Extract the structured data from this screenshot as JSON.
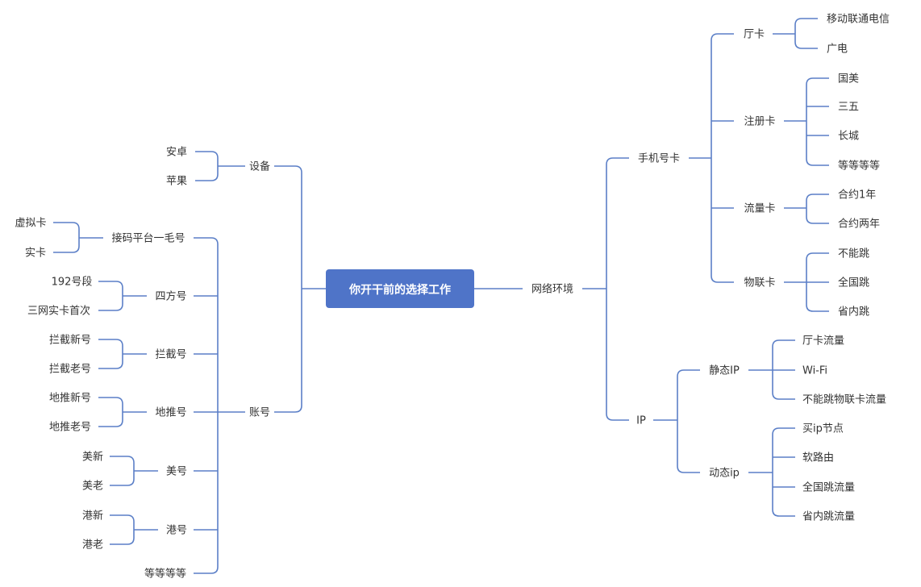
{
  "root": {
    "label": "你开干前的选择工作",
    "color": "#4f74c8"
  },
  "left": [
    {
      "label": "设备",
      "children": [
        {
          "label": "安卓"
        },
        {
          "label": "苹果"
        }
      ]
    },
    {
      "label": "账号",
      "children": [
        {
          "label": "接码平台一毛号",
          "children": [
            {
              "label": "虚拟卡"
            },
            {
              "label": "实卡"
            }
          ]
        },
        {
          "label": "四方号",
          "children": [
            {
              "label": "192号段"
            },
            {
              "label": "三网实卡首次"
            }
          ]
        },
        {
          "label": "拦截号",
          "children": [
            {
              "label": "拦截新号"
            },
            {
              "label": "拦截老号"
            }
          ]
        },
        {
          "label": "地推号",
          "children": [
            {
              "label": "地推新号"
            },
            {
              "label": "地推老号"
            }
          ]
        },
        {
          "label": "美号",
          "children": [
            {
              "label": "美新"
            },
            {
              "label": "美老"
            }
          ]
        },
        {
          "label": "港号",
          "children": [
            {
              "label": "港新"
            },
            {
              "label": "港老"
            }
          ]
        },
        {
          "label": "等等等等"
        }
      ]
    }
  ],
  "right": [
    {
      "label": "网络环境",
      "children": [
        {
          "label": "手机号卡",
          "children": [
            {
              "label": "厅卡",
              "children": [
                {
                  "label": "移动联通电信"
                },
                {
                  "label": "广电"
                }
              ]
            },
            {
              "label": "注册卡",
              "children": [
                {
                  "label": "国美"
                },
                {
                  "label": "三五"
                },
                {
                  "label": "长城"
                },
                {
                  "label": "等等等等"
                }
              ]
            },
            {
              "label": "流量卡",
              "children": [
                {
                  "label": "合约1年"
                },
                {
                  "label": "合约两年"
                }
              ]
            },
            {
              "label": "物联卡",
              "children": [
                {
                  "label": "不能跳"
                },
                {
                  "label": "全国跳"
                },
                {
                  "label": "省内跳"
                }
              ]
            }
          ]
        },
        {
          "label": "IP",
          "children": [
            {
              "label": "静态IP",
              "children": [
                {
                  "label": "厅卡流量"
                },
                {
                  "label": "Wi-Fi"
                },
                {
                  "label": "不能跳物联卡流量"
                }
              ]
            },
            {
              "label": "动态ip",
              "children": [
                {
                  "label": "买ip节点"
                },
                {
                  "label": "软路由"
                },
                {
                  "label": "全国跳流量"
                },
                {
                  "label": "省内跳流量"
                }
              ]
            }
          ]
        }
      ]
    }
  ],
  "line_color": "#5b7fc7",
  "text_color": "#333333"
}
